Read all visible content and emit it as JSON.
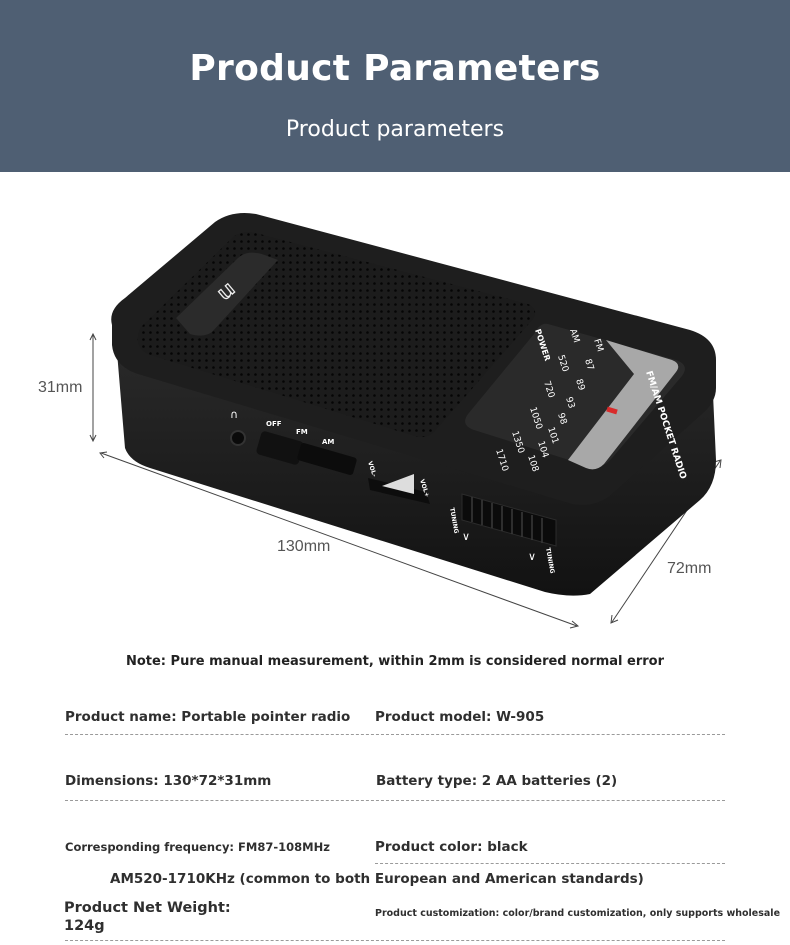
{
  "header": {
    "title": "Product Parameters",
    "subtitle": "Product parameters"
  },
  "dimensions": {
    "height": "31mm",
    "length": "130mm",
    "width": "72mm"
  },
  "radio_panel": {
    "power_label": "POWER",
    "brand_text": "FM/AM POCKET RADIO",
    "fm_scale": [
      "FM",
      "87",
      "89",
      "93",
      "98",
      "101",
      "104",
      "108"
    ],
    "am_scale": [
      "AM",
      "520",
      "720",
      "1050",
      "1350",
      "1710"
    ],
    "switch_labels": [
      "OFF",
      "FM",
      "AM"
    ],
    "volume_minus": "VOL-",
    "volume_plus": "VOL+",
    "tuning_label": "TUNING"
  },
  "note": "Note: Pure manual measurement, within 2mm is considered normal error",
  "specs": {
    "product_name": "Product name: Portable pointer radio",
    "product_model": "Product model: W-905",
    "dimensions": "Dimensions: 130*72*31mm",
    "battery_type": "Battery type: 2 AA batteries (2)",
    "frequency": "Corresponding frequency: FM87-108MHz",
    "product_color": "Product color: black",
    "frequency_am": "AM520-1710KHz (common to both European and American standards)",
    "net_weight": "Product Net Weight: 124g",
    "customization": "Product customization: color/brand customization, only supports wholesale"
  }
}
